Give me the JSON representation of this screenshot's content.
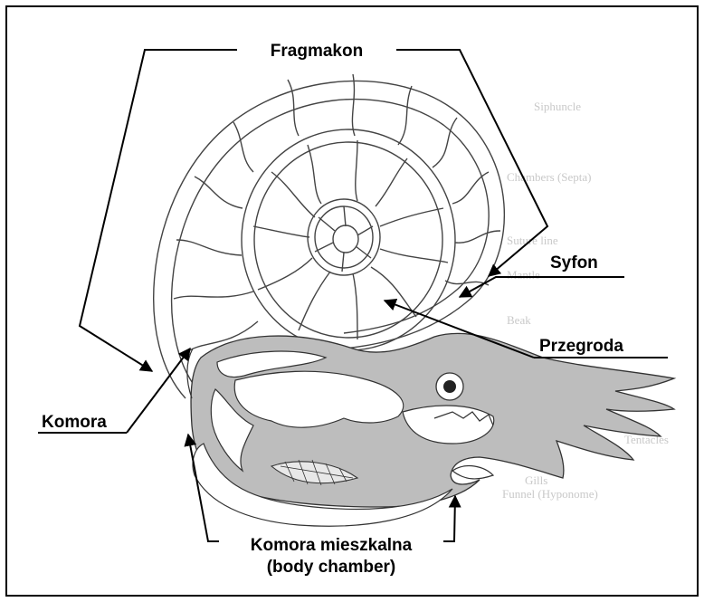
{
  "labels": {
    "fragmakon": "Fragmakon",
    "syfon": "Syfon",
    "przegroda": "Przegroda",
    "komora": "Komora",
    "komora_mieszkalna": "Komora mieszkalna",
    "body_chamber": "(body chamber)"
  },
  "faint_text": {
    "siphuncle": "Siphuncle",
    "chambers": "Chambers (Septa)",
    "suture": "Suture line",
    "mantle": "Mantle",
    "beak": "Beak",
    "tentacles": "Tentacles",
    "gills": "Gills",
    "funnel": "Funnel (Hyponome)"
  },
  "colors": {
    "body": "#bdbdbd",
    "line": "#000000",
    "shell_line": "#444444",
    "faint": "#c9c9c9"
  }
}
